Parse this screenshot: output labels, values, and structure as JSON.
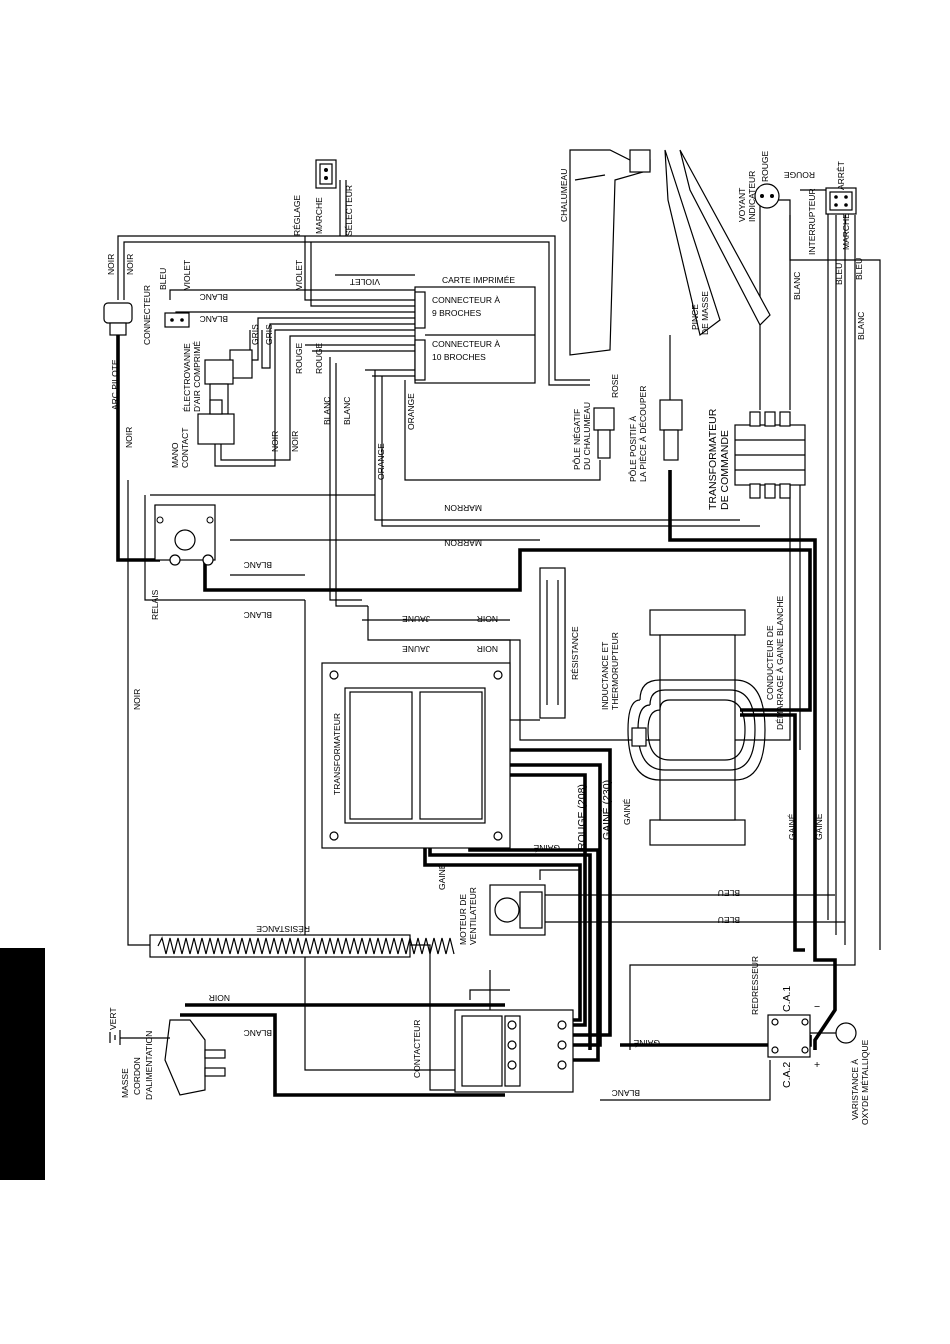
{
  "labels": {
    "reglage": "RÉGLAGE",
    "marche_sel": "MARCHE",
    "selecteur": "SÉLECTEUR",
    "chalumeau": "CHALUMEAU",
    "voyant_indicateur": "VOYANT\nINDICATEUR",
    "rouge_voyant": "ROUGE",
    "rouge_top": "ROUGE",
    "arret": "ARRÊT",
    "interrupteur": "INTERRUPTEUR",
    "marche_int": "MARCHE",
    "bleu_a": "BLEU",
    "bleu_b": "BLEU",
    "blanc_right": "BLANC",
    "blanc_right2": "BLANC",
    "pince_de_masse": "PINCE\nDE MASSE",
    "noir_left1": "NOIR",
    "noir_left2": "NOIR",
    "arc_pilote": "ARC PILOTE",
    "connecteur": "CONNECTEUR",
    "bleu_conn": "BLEU",
    "violet_conn": "VIOLET",
    "blanc_conn1": "BLANC",
    "blanc_conn2": "BLANC",
    "electrovanne": "ÉLECTROVANNE\nD'AIR COMPRIMÉ",
    "gris1": "GRIS",
    "gris2": "GRIS",
    "mano_contact": "MANO\nCONTACT",
    "violet_mid": "VIOLET",
    "violet_h": "VIOLET",
    "carte_imprimee": "CARTE IMPRIMÉE",
    "connecteur_9": "CONNECTEUR À\n9 BROCHES",
    "connecteur_10": "CONNECTEUR À\n10 BROCHES",
    "rouge_a": "ROUGE",
    "rouge_b": "ROUGE",
    "noir_a": "NOIR",
    "noir_b": "NOIR",
    "noir_left3": "NOIR",
    "blanc_a": "BLANC",
    "blanc_b": "BLANC",
    "orange_a": "ORANGE",
    "orange_b": "ORANGE",
    "rose": "ROSE",
    "pole_negatif": "PÔLE NÉGATIF\nDU CHALUMEAU",
    "pole_positif": "PÔLE POSITIF À\nLA PIÈCE À DÉCOUPER",
    "transformateur_commande": "TRANSFORMATEUR\nDE COMMANDE",
    "marron1": "MARRON",
    "marron2": "MARRON",
    "relais": "RELAIS",
    "blanc_relais1": "BLANC",
    "blanc_relais2": "BLANC",
    "jaune1": "JAUNE",
    "jaune2": "JAUNE",
    "noir_j1": "NOIR",
    "noir_j2": "NOIR",
    "resistance_top": "RÉSISTANCE",
    "inductance": "INDUCTANCE ET\nTHERMORUPTEUR",
    "conducteur_demarrage": "CONDUCTEUR DE\nDÉMARRAGE À GAINE BLANCHE",
    "noir_long": "NOIR",
    "transformateur": "TRANSFORMATEUR",
    "rouge_208": "ROUGE (208)",
    "gaine_230": "GAINÉ (230)",
    "gaine1": "GAINÉ",
    "gaine2": "GAINÉ",
    "gaine3": "GAINÉ",
    "gaine4": "GAINÉ",
    "gaine5": "GAINÉ",
    "gaine6": "GAINÉ",
    "gaine7": "GAINÉ",
    "moteur_ventilateur": "MOTEUR DE\nVENTILATEUR",
    "bleu_fan1": "BLEU",
    "bleu_fan2": "BLEU",
    "resistance_bottom": "RÉSISTANCE",
    "noir_bottom": "NOIR",
    "blanc_bottom": "BLANC",
    "vert": "VERT",
    "masse": "MASSE",
    "cordon": "CORDON\nD'ALIMENTATION",
    "contacteur": "CONTACTEUR",
    "redresseur": "REDRESSEUR",
    "ca1": "C.A.1",
    "ca2": "C.A.2",
    "minus": "−",
    "plus": "+",
    "blanc_redresseur": "BLANC",
    "varistance": "VARISTANCE À\nOXYDE MÉTALLIQUE"
  }
}
